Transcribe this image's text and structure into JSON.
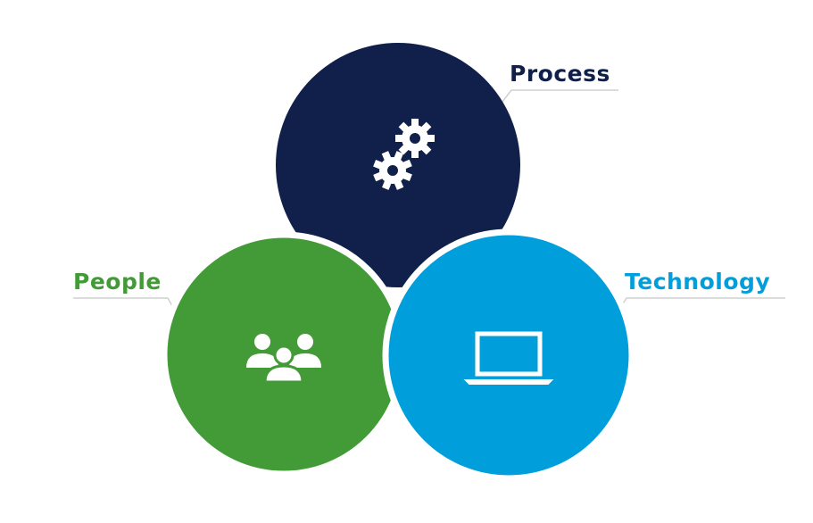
{
  "diagram": {
    "title": "",
    "nodes": [
      {
        "id": "process",
        "label": "Process",
        "icon": "gears-icon",
        "color": "#11204a"
      },
      {
        "id": "people",
        "label": "People",
        "icon": "people-group-icon",
        "color": "#429b37"
      },
      {
        "id": "technology",
        "label": "Technology",
        "icon": "laptop-icon",
        "color": "#009fdb"
      }
    ]
  }
}
